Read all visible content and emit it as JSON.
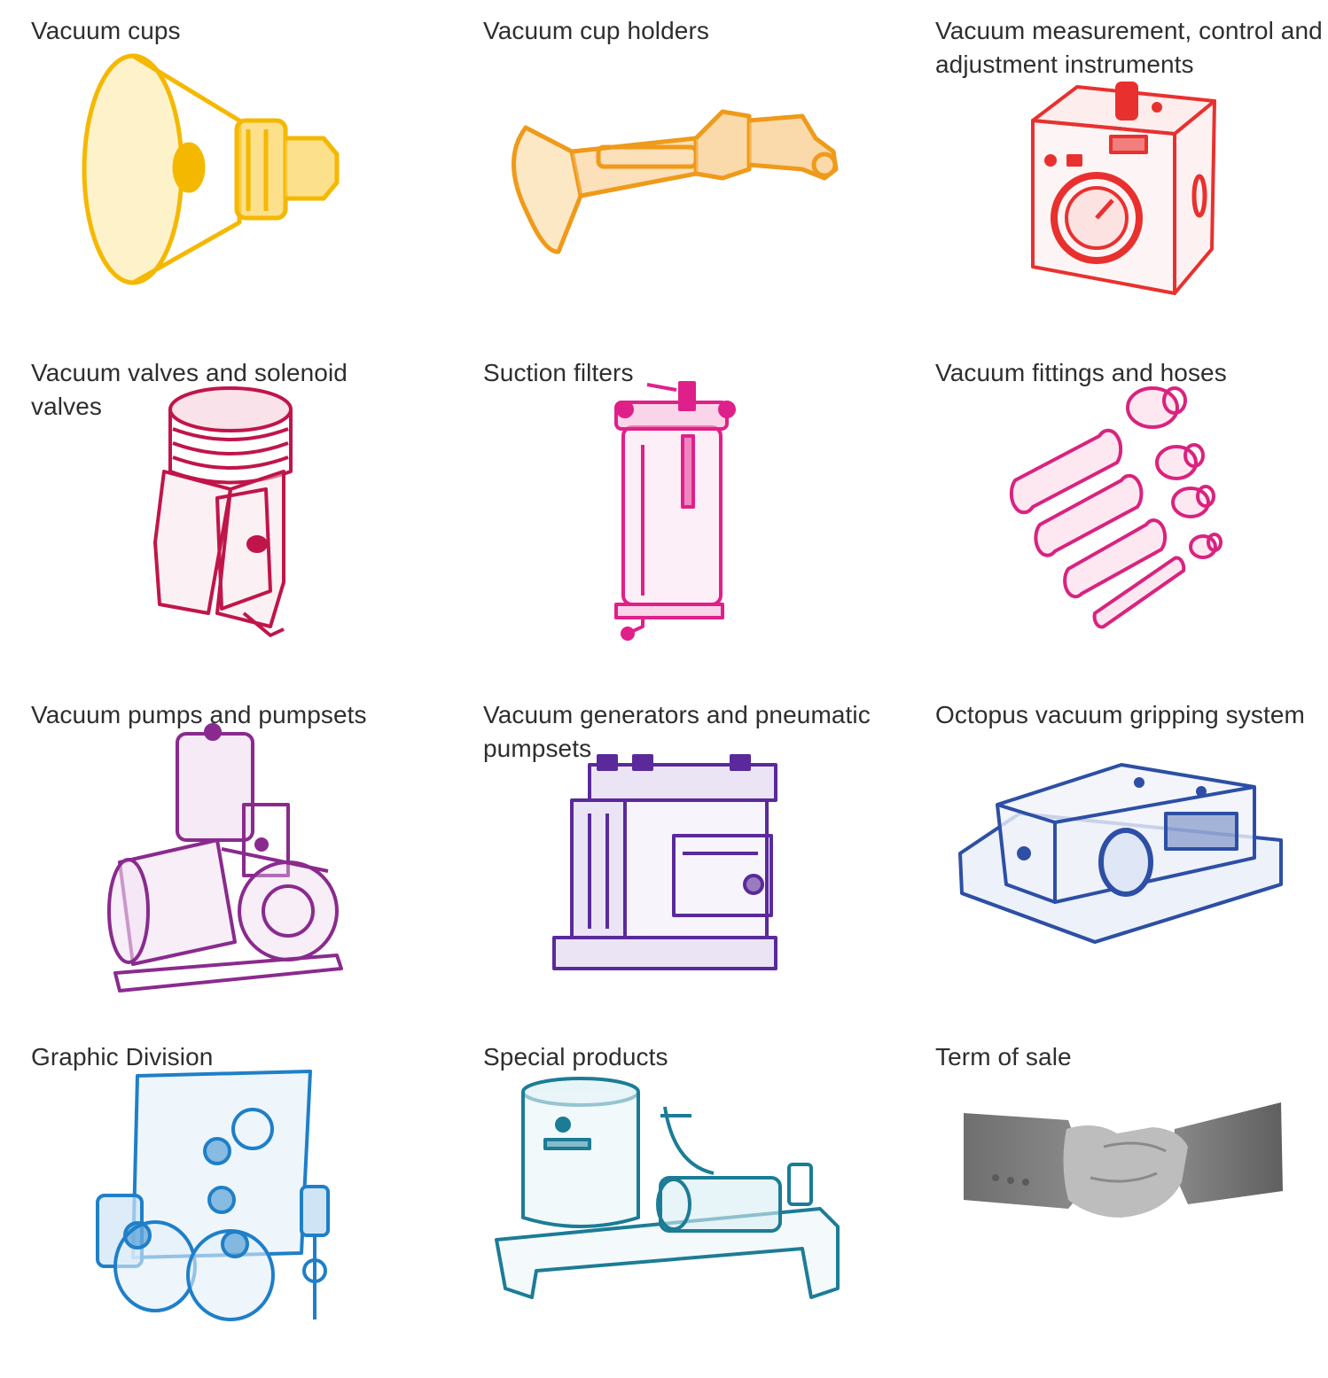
{
  "categories": [
    {
      "title": "Vacuum cups",
      "icon": "vacuum-cup-icon",
      "color": "#f5b800"
    },
    {
      "title": "Vacuum cup holders",
      "icon": "vacuum-cup-holder-icon",
      "color": "#ef9a1a"
    },
    {
      "title": "Vacuum measurement, control and adjustment instruments",
      "icon": "vacuum-gauge-block-icon",
      "color": "#e8312f"
    },
    {
      "title": "Vacuum valves and solenoid valves",
      "icon": "solenoid-valve-icon",
      "color": "#c0154a"
    },
    {
      "title": "Suction filters",
      "icon": "suction-filter-icon",
      "color": "#e0208a"
    },
    {
      "title": "Vacuum fittings and hoses",
      "icon": "fittings-hoses-icon",
      "color": "#d9237f"
    },
    {
      "title": "Vacuum pumps and pumpsets",
      "icon": "vacuum-pump-icon",
      "color": "#8a2a8e"
    },
    {
      "title": "Vacuum generators and pneumatic pumpsets",
      "icon": "vacuum-generator-icon",
      "color": "#5a2a9a"
    },
    {
      "title": "Octopus vacuum gripping system",
      "icon": "gripping-system-icon",
      "color": "#2d4fa5"
    },
    {
      "title": "Graphic Division",
      "icon": "graphic-division-panel-icon",
      "color": "#1f7fc8"
    },
    {
      "title": "Special products",
      "icon": "special-products-icon",
      "color": "#1c7c96"
    },
    {
      "title": "Term of sale",
      "icon": "handshake-icon",
      "color": "#7a7a7a"
    }
  ]
}
